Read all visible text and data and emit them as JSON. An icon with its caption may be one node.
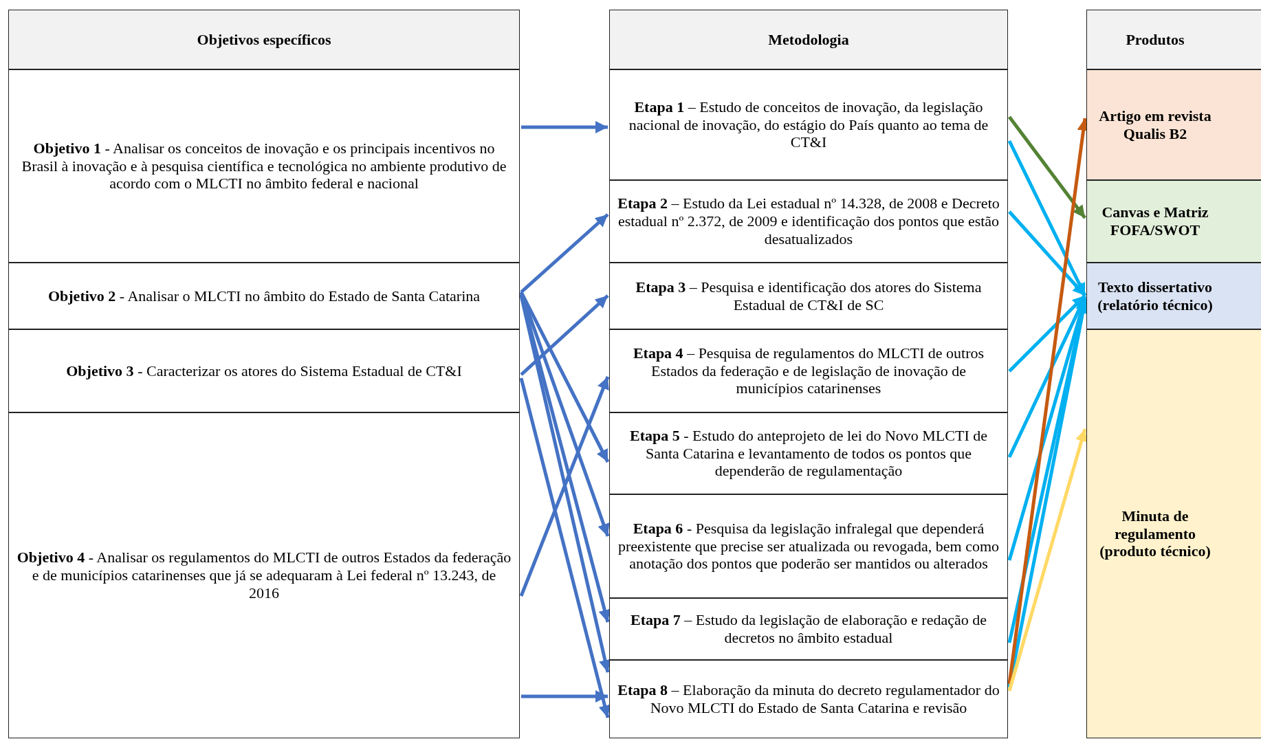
{
  "diagram": {
    "nodes": [
      {
        "text": [
          "Objetivos específicos"
        ]
      },
      {
        "text": [
          "**Objetivo 1** - Analisar os conceitos de inovação e os principais incentivos no Brasil à inovação e à pesquisa científica e tecnológica no ambiente produtivo de acordo com o MLCTI no âmbito federal e nacional"
        ]
      },
      {
        "text": [
          "**Objetivo 2** - Analisar o MLCTI no âmbito do Estado de Santa Catarina"
        ]
      },
      {
        "text": [
          "**Objetivo 3** - Caracterizar os atores do Sistema Estadual de CT&I"
        ]
      },
      {
        "text": [
          "**Objetivo 4** - Analisar os regulamentos do MLCTI de outros Estados da federação e de municípios catarinenses que já se adequaram à Lei federal nº 13.243, de 2016"
        ]
      },
      {
        "text": [
          "Metodologia"
        ]
      },
      {
        "text": [
          "**Etapa 1** – Estudo de conceitos de inovação, da legislação nacional de inovação, do estágio do País quanto ao tema de CT&I"
        ]
      },
      {
        "text": [
          "**Etapa 2** – Estudo da Lei estadual nº 14.328, de 2008 e Decreto estadual nº 2.372, de 2009 e identificação dos pontos que estão desatualizados"
        ]
      },
      {
        "text": [
          "**Etapa 3** – Pesquisa e identificação dos atores do Sistema Estadual de CT&I de SC"
        ]
      },
      {
        "text": [
          "**Etapa 4** – Pesquisa de regulamentos do MLCTI de outros Estados da federação e de legislação de inovação de municípios catarinenses"
        ]
      },
      {
        "text": [
          "**Etapa 5** - Estudo do anteprojeto de lei do Novo MLCTI de Santa Catarina e levantamento de todos os pontos que dependerão de regulamentação"
        ]
      },
      {
        "text": [
          "**Etapa 6** - Pesquisa da legislação infralegal que dependerá preexistente que precise ser atualizada ou revogada, bem como anotação dos pontos que poderão ser mantidos ou alterados"
        ]
      },
      {
        "text": [
          "**Etapa 7** – Estudo da legislação de elaboração e redação de decretos no âmbito estadual"
        ]
      },
      {
        "text": [
          "**Etapa 8** – Elaboração da minuta do decreto regulamentador do Novo MLCTI do Estado de Santa Catarina e revisão"
        ]
      },
      {
        "text": [
          "Produtos"
        ]
      },
      {
        "text": [
          "Artigo em revista Qualis B2"
        ]
      },
      {
        "text": [
          "Canvas e Matriz FOFA/SWOT"
        ]
      },
      {
        "text": [
          "Texto dissertativo (relatório técnico)"
        ]
      },
      {
        "text": [
          "Minuta de regulamento (produto técnico)"
        ]
      }
    ],
    "edges": [
      {
        "from": 1,
        "to": 6,
        "arrow": "to"
      },
      {
        "from": 2,
        "to": 7,
        "arrow": "to"
      },
      {
        "from": 2,
        "to": 10,
        "arrow": "to"
      },
      {
        "from": 2,
        "to": 11,
        "arrow": "to"
      },
      {
        "from": 2,
        "to": 12,
        "arrow": "to"
      },
      {
        "from": 2,
        "to": 13,
        "arrow": "to"
      },
      {
        "from": 3,
        "to": 8,
        "arrow": "to"
      },
      {
        "from": 3,
        "to": 13,
        "arrow": "to"
      },
      {
        "from": 4,
        "to": 9,
        "arrow": "to"
      },
      {
        "from": 4,
        "to": 13,
        "arrow": "to"
      },
      {
        "from": 6,
        "to": 16,
        "arrow": "to",
        "color": "#548235"
      },
      {
        "from": 6,
        "to": 17,
        "arrow": "to",
        "color": "#00b0f0"
      },
      {
        "from": 7,
        "to": 17,
        "arrow": "to",
        "color": "#00b0f0"
      },
      {
        "from": 9,
        "to": 17,
        "arrow": "to",
        "color": "#00b0f0"
      },
      {
        "from": 10,
        "to": 17,
        "arrow": "to",
        "color": "#00b0f0"
      },
      {
        "from": 11,
        "to": 17,
        "arrow": "to",
        "color": "#00b0f0"
      },
      {
        "from": 12,
        "to": 17,
        "arrow": "to",
        "color": "#00b0f0"
      },
      {
        "from": 13,
        "to": 17,
        "arrow": "to",
        "color": "#00b0f0"
      },
      {
        "from": 13,
        "to": 15,
        "arrow": "to",
        "color": "#c55a11"
      },
      {
        "from": 13,
        "to": 18,
        "arrow": "to",
        "color": "#ffd966"
      }
    ]
  }
}
